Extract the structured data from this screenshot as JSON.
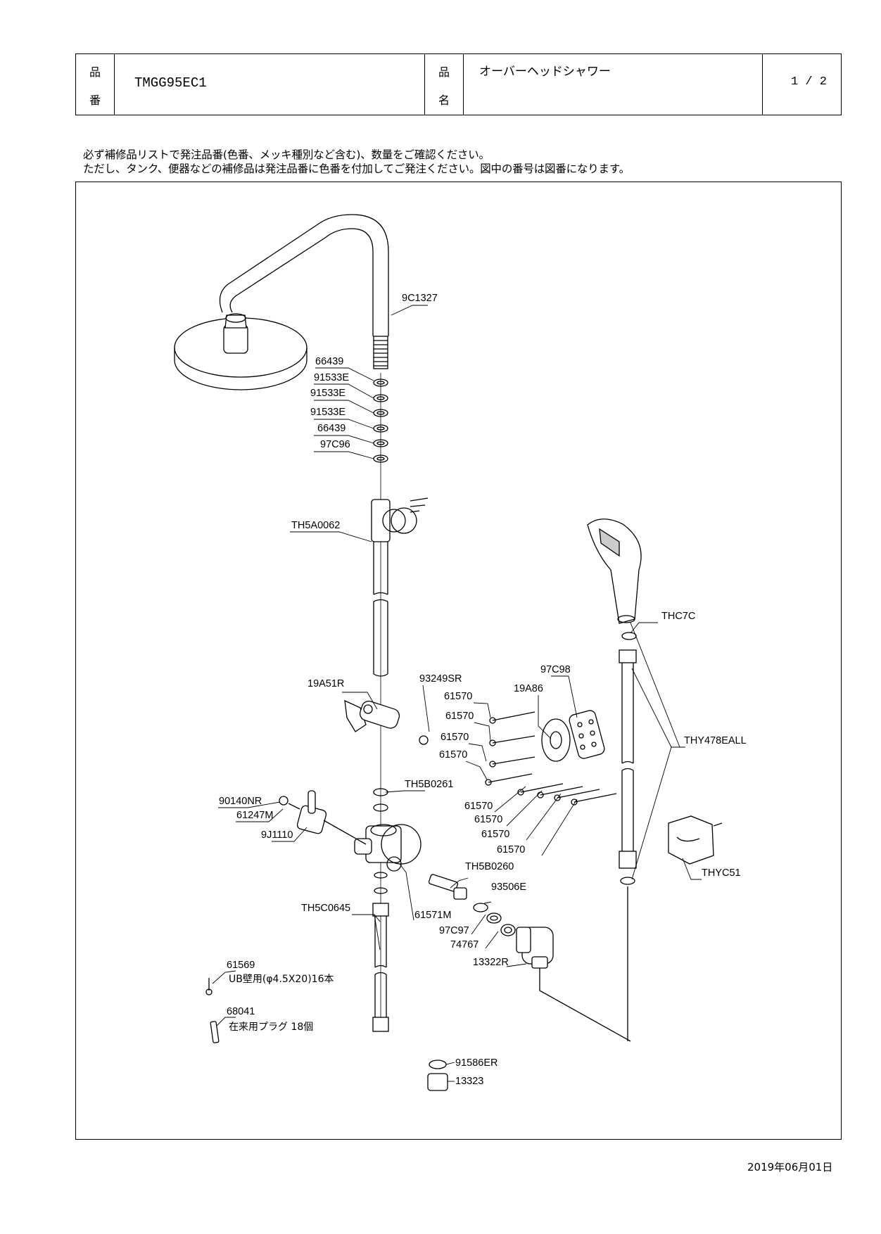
{
  "header": {
    "part_no_label_1": "品",
    "part_no_label_2": "番",
    "part_no": "TMGG95EC1",
    "part_name_label_1": "品",
    "part_name_label_2": "名",
    "part_name": "オーバーヘッドシャワー",
    "page": "1 / 2"
  },
  "notice": {
    "line1": "必ず補修品リストで発注品番(色番、メッキ種別など含む)、数量をご確認ください。",
    "line2": "ただし、タンク、便器などの補修品は発注品番に色番を付加してご発注ください。図中の番号は図番になります。"
  },
  "parts": {
    "p9C1327": "9C1327",
    "p66439a": "66439",
    "p91533Ea": "91533E",
    "p91533Eb": "91533E",
    "p91533Ec": "91533E",
    "p66439b": "66439",
    "p97C96": "97C96",
    "pTH5A0062": "TH5A0062",
    "pTHC7C": "THC7C",
    "p19A51R": "19A51R",
    "p93249SR": "93249SR",
    "p97C98": "97C98",
    "p19A86": "19A86",
    "p61570a": "61570",
    "p61570b": "61570",
    "p61570c": "61570",
    "p61570d": "61570",
    "pTHY478EALL": "THY478EALL",
    "pTH5B0261": "TH5B0261",
    "p90140NR": "90140NR",
    "p61247M": "61247M",
    "p9J1110": "9J1110",
    "p61570e": "61570",
    "p61570f": "61570",
    "p61570g": "61570",
    "p61570h": "61570",
    "pTHYC51": "THYC51",
    "pTH5B0260": "TH5B0260",
    "p93506E": "93506E",
    "pTH5C0645": "TH5C0645",
    "p61571M": "61571M",
    "p97C97": "97C97",
    "p74767": "74767",
    "p13322R": "13322R",
    "p61569": "61569",
    "note61569": "UB壁用(φ4.5X20)16本",
    "p68041": "68041",
    "note68041": "在来用プラグ  18個",
    "p91586ER": "91586ER",
    "p13323": "13323"
  },
  "footer": {
    "date": "2019年06月01日"
  }
}
